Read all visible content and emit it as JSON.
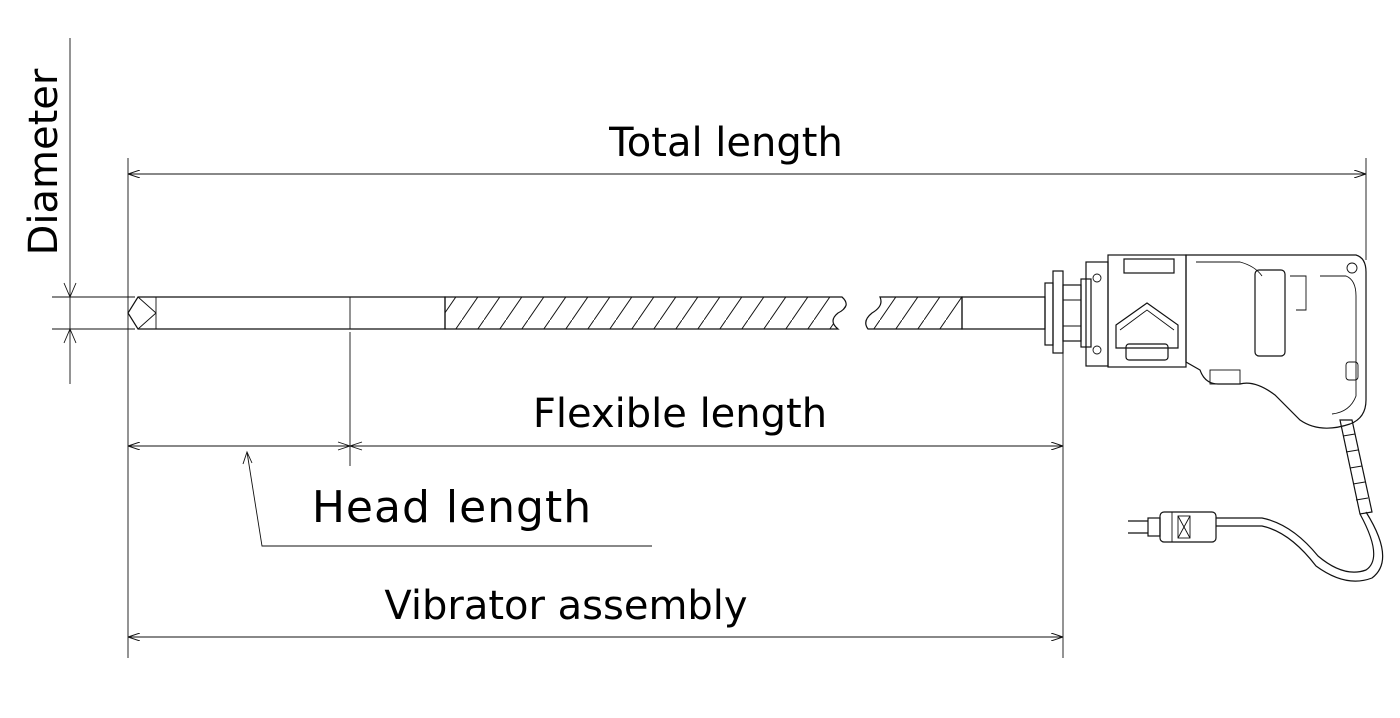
{
  "labels": {
    "total_length": "Total length",
    "diameter": "Diameter",
    "flexible_length": "Flexible length",
    "head_length": "Head length",
    "vibrator_assembly": "Vibrator assembly"
  },
  "colors": {
    "line": "#111111",
    "background": "#ffffff"
  },
  "icons": [
    "dimension-arrow",
    "power-plug-icon",
    "motor-unit-icon"
  ]
}
